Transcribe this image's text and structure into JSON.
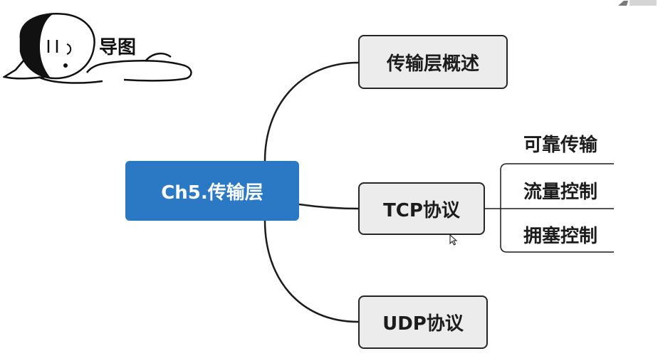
{
  "mascot": {
    "title": "导图"
  },
  "mindmap": {
    "root": "Ch5.传输层",
    "branches": [
      {
        "label": "传输层概述"
      },
      {
        "label": "TCP协议",
        "children": [
          "可靠传输",
          "流量控制",
          "拥塞控制"
        ]
      },
      {
        "label": "UDP协议"
      }
    ]
  },
  "colors": {
    "root_fill": "#2b78c5",
    "branch_fill": "#ececec",
    "line": "#1c1c1c"
  }
}
